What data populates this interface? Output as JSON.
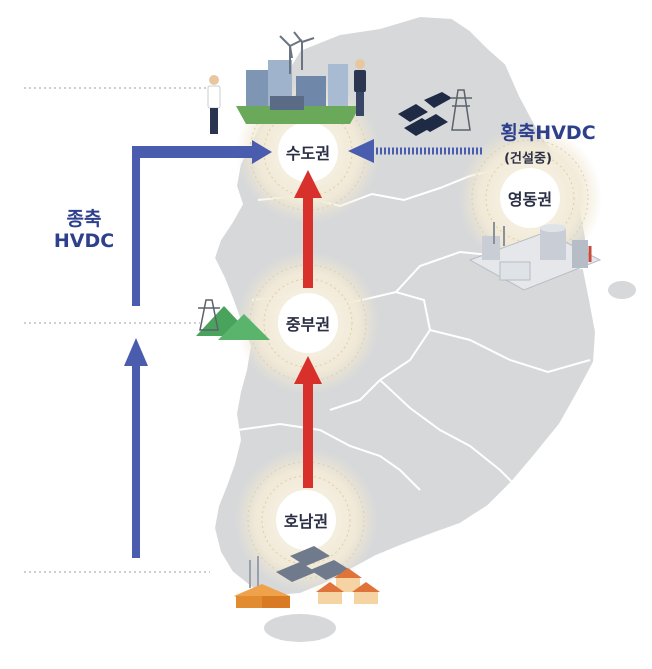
{
  "regions": [
    {
      "id": "sudo",
      "label": "수도권"
    },
    {
      "id": "jungbu",
      "label": "중부권"
    },
    {
      "id": "honam",
      "label": "호남권"
    },
    {
      "id": "yeongdong",
      "label": "영동권"
    }
  ],
  "vertical_hvdc": {
    "line1": "종축",
    "line2": "HVDC"
  },
  "horizontal_hvdc": {
    "title": "횡축HVDC",
    "note": "(건설중)"
  },
  "colors": {
    "hvdc_arrow": "#4a5cae",
    "flow_arrow": "#d8312b",
    "map_land": "#d6d8da",
    "map_border": "#ffffff",
    "halo": "#f2ead7",
    "label_navy": "#2e3f8c"
  },
  "icons": [
    "city-buildings-icon",
    "wind-turbine-icon",
    "person-icon",
    "solar-panel-icon",
    "transmission-tower-icon",
    "power-plant-icon",
    "green-hill-icon",
    "house-icon",
    "factory-icon"
  ]
}
